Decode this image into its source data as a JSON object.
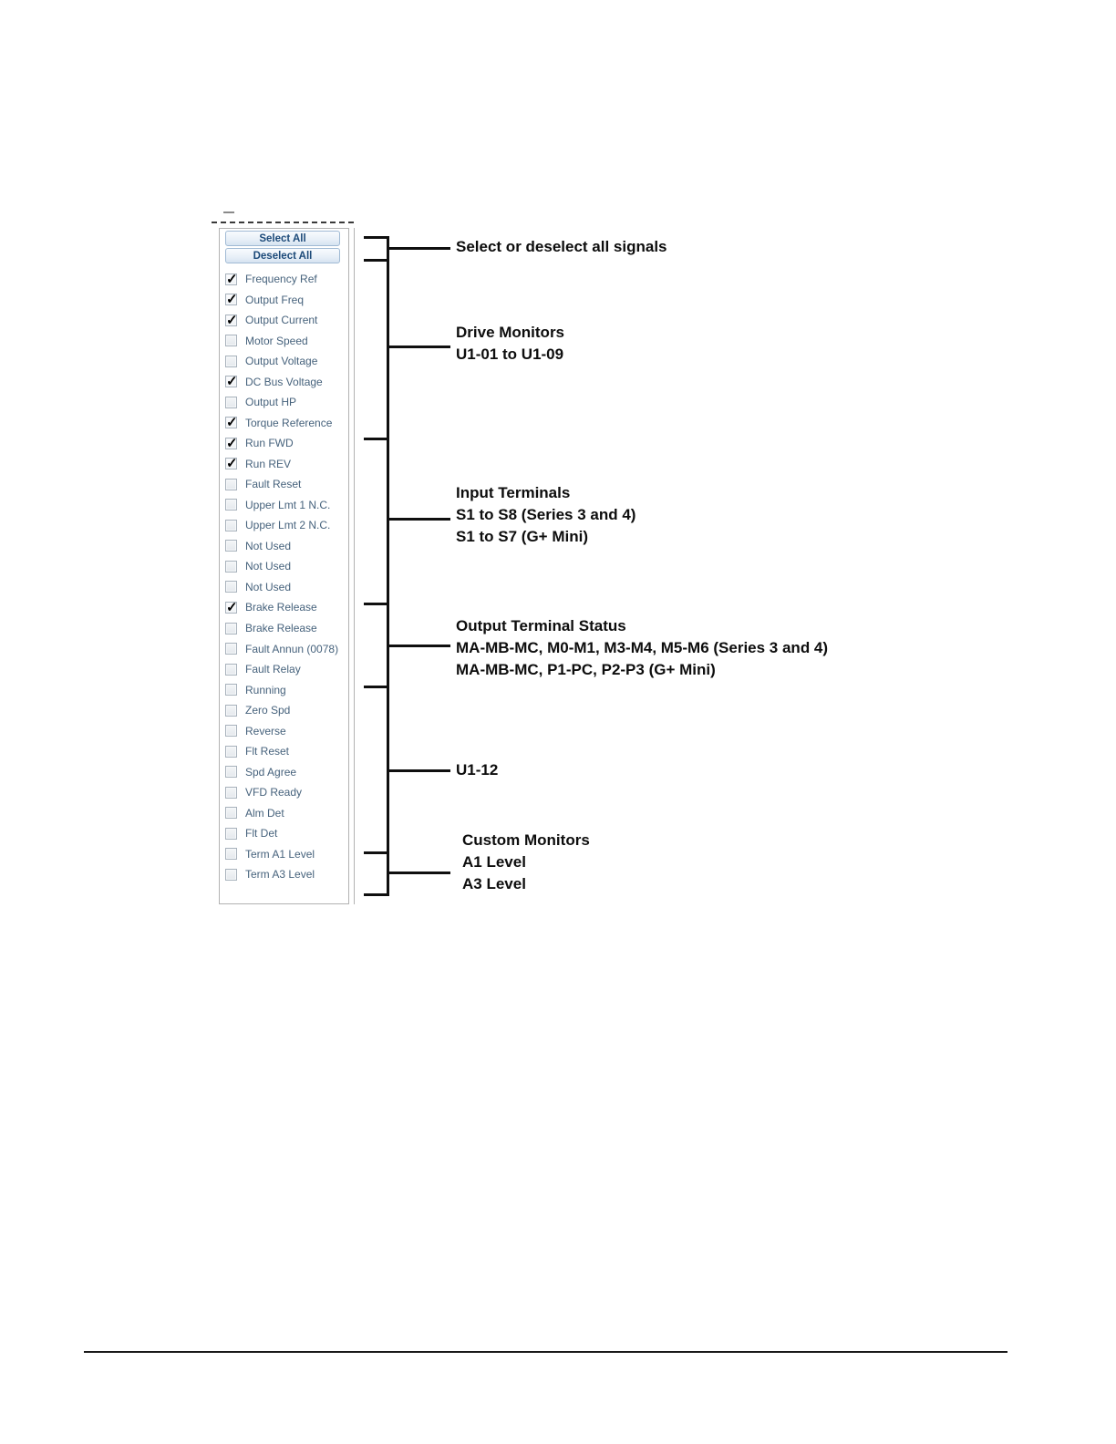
{
  "panel": {
    "buttons": [
      {
        "label": "Select All"
      },
      {
        "label": "Deselect All"
      }
    ],
    "signals": [
      {
        "label": "Frequency Ref",
        "checked": true
      },
      {
        "label": "Output Freq",
        "checked": true
      },
      {
        "label": "Output Current",
        "checked": true
      },
      {
        "label": "Motor Speed",
        "checked": false
      },
      {
        "label": "Output Voltage",
        "checked": false
      },
      {
        "label": "DC Bus Voltage",
        "checked": true
      },
      {
        "label": "Output HP",
        "checked": false
      },
      {
        "label": "Torque Reference",
        "checked": true
      },
      {
        "label": "Run FWD",
        "checked": true
      },
      {
        "label": "Run REV",
        "checked": true
      },
      {
        "label": "Fault Reset",
        "checked": false
      },
      {
        "label": "Upper Lmt 1 N.C.",
        "checked": false
      },
      {
        "label": "Upper Lmt 2 N.C.",
        "checked": false
      },
      {
        "label": "Not Used",
        "checked": false
      },
      {
        "label": "Not Used",
        "checked": false
      },
      {
        "label": "Not Used",
        "checked": false
      },
      {
        "label": "Brake Release",
        "checked": true
      },
      {
        "label": "Brake Release",
        "checked": false
      },
      {
        "label": "Fault Annun (0078)",
        "checked": false
      },
      {
        "label": "Fault Relay",
        "checked": false
      },
      {
        "label": "Running",
        "checked": false
      },
      {
        "label": "Zero Spd",
        "checked": false
      },
      {
        "label": "Reverse",
        "checked": false
      },
      {
        "label": "Flt Reset",
        "checked": false
      },
      {
        "label": "Spd Agree",
        "checked": false
      },
      {
        "label": "VFD Ready",
        "checked": false
      },
      {
        "label": "Alm Det",
        "checked": false
      },
      {
        "label": "Flt Det",
        "checked": false
      },
      {
        "label": "Term A1 Level",
        "checked": false
      },
      {
        "label": "Term A3 Level",
        "checked": false
      }
    ]
  },
  "annotations": [
    {
      "name": "select-deselect",
      "lines": [
        "Select or deselect all signals"
      ]
    },
    {
      "name": "drive-monitors",
      "lines": [
        "Drive Monitors",
        "U1-01 to U1-09"
      ]
    },
    {
      "name": "input-terminals",
      "lines": [
        "Input Terminals",
        "S1 to S8 (Series 3 and 4)",
        "S1 to S7 (G+ Mini)"
      ]
    },
    {
      "name": "output-terminal-status",
      "lines": [
        "Output Terminal Status",
        "MA-MB-MC, M0-M1, M3-M4, M5-M6 (Series 3 and 4)",
        "MA-MB-MC, P1-PC, P2-P3 (G+ Mini)"
      ]
    },
    {
      "name": "u1-12",
      "lines": [
        "U1-12"
      ]
    },
    {
      "name": "custom-monitors",
      "lines": [
        "Custom Monitors",
        "A1 Level",
        "A3 Level"
      ]
    }
  ],
  "colors": {
    "label_text": "#46627c",
    "button_text": "#1c4a79",
    "annotation_text": "#0d0d0d",
    "panel_border": "#b2b2b2",
    "callout_line": "#0f0f0f",
    "check_mark": "#000000"
  }
}
